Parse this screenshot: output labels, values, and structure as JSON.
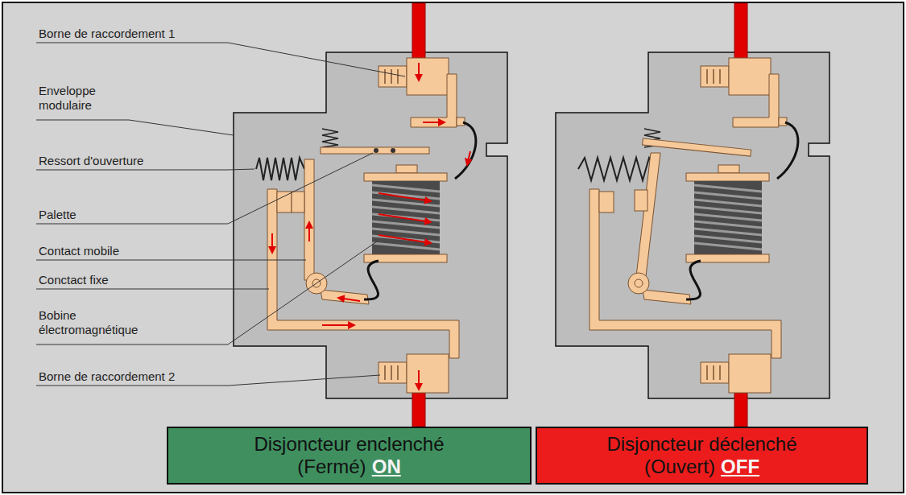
{
  "diagram": {
    "nodes": [
      {
        "text": [
          "Disjoncteur enclenché (Fermé)",
          "ON"
        ]
      },
      {
        "text": [
          "Disjoncteur déclenché (Ouvert)",
          "OFF"
        ]
      }
    ],
    "labels": [
      "Borne de raccordement 1",
      "Enveloppe modulaire",
      "Ressort d'ouverture",
      "Palette",
      "Contact mobile",
      "Conctact fixe",
      "Bobine électromagnétique",
      "Borne de raccordement 2"
    ]
  }
}
